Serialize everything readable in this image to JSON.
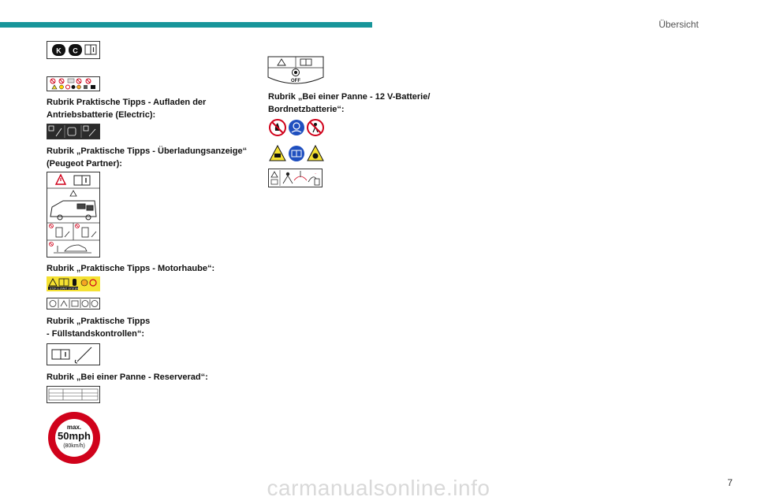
{
  "header": {
    "section_title": "Übersicht",
    "page_number": "7"
  },
  "watermark": "carmanualsonline.info",
  "label_blocks": [
    {
      "heading": "Rubrik Praktische Tipps - Aufladen der Antriebsbatterie (Electric):",
      "line1": "Rubrik Praktische Tipps - Aufladen der",
      "line2": "Antriebsbatterie (Electric):"
    },
    {
      "heading": "Rubrik „Praktische Tipps - Überladungsanzeige“ (Peugeot Partner):",
      "line1": "Rubrik „Praktische Tipps - Überladungsanzeige“",
      "line2": "(Peugeot Partner):"
    },
    {
      "heading": "Rubrik „Praktische Tipps - Motorhaube“:",
      "line1": "Rubrik „Praktische Tipps - Motorhaube“:"
    },
    {
      "heading": "Rubrik „Praktische Tipps - Füllstandskontrollen“:",
      "line1": "Rubrik „Praktische Tipps",
      "line2": "- Füllstandskontrollen“:"
    },
    {
      "heading": "Rubrik „Bei einer Panne - Reserverad“:",
      "line1": "Rubrik „Bei einer Panne - Reserverad“:"
    },
    {
      "heading": "Rubrik „Bei einer Panne - 12 V-Batterie/ Bordnetzbatterie“:",
      "line1": "Rubrik „Bei einer Panne - 12 V-Batterie/",
      "line2": "Bordnetzbatterie“:"
    }
  ],
  "pictograms": {
    "fuel_badges": [
      "K",
      "C"
    ],
    "off_label": "OFF",
    "stop_start_label": "STOP & START SYSTEM",
    "speed_sign": {
      "top": "max.",
      "speed": "50mph",
      "alt": "(80km/h)"
    }
  },
  "colors": {
    "accent": "#17959a",
    "warning_red": "#d0021b",
    "label_yellow": "#f5e132",
    "info_blue": "#1f4fbf"
  }
}
